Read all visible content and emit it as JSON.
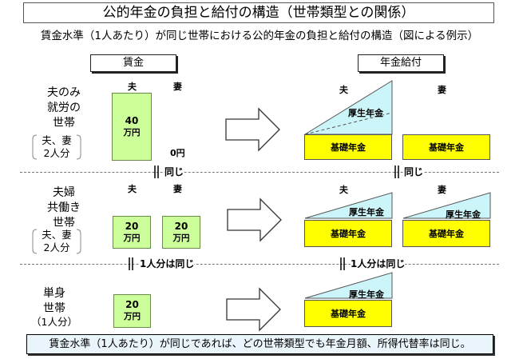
{
  "title": "公的年金の負担と給付の構造（世帯類型との関係）",
  "subtitle": "賃金水準（1人あたり）が同じ世帯における公的年金の負担と給付の構造（図による例示）",
  "headers": {
    "wage": "賃金",
    "pension": "年金給付"
  },
  "person_labels": {
    "husband": "夫",
    "wife": "妻"
  },
  "pension_labels": {
    "basic": "基礎年金",
    "employee": "厚生年金"
  },
  "rows": [
    {
      "label_lines": [
        "夫のみ",
        "就労の",
        "世帯"
      ],
      "paren_lines": [
        "夫、妻",
        "2人分"
      ],
      "wages": [
        {
          "who": "夫",
          "amount": "40",
          "unit": "万円"
        },
        {
          "who": "妻",
          "amount": "0円"
        }
      ]
    },
    {
      "label_lines": [
        "夫婦",
        "共働き",
        "世帯"
      ],
      "paren_lines": [
        "夫、妻",
        "2人分"
      ],
      "wages": [
        {
          "who": "夫",
          "amount": "20",
          "unit": "万円"
        },
        {
          "who": "妻",
          "amount": "20",
          "unit": "万円"
        }
      ]
    },
    {
      "label_lines": [
        "単身",
        "世帯"
      ],
      "paren_lines": [
        "（1人分）"
      ],
      "wages": [
        {
          "who": "",
          "amount": "20",
          "unit": "万円"
        }
      ]
    }
  ],
  "separators": [
    {
      "wage_note": "同じ",
      "pension_note": "同じ"
    },
    {
      "wage_note": "1人分は同じ",
      "pension_note": "1人分は同じ"
    }
  ],
  "conclusion": "賃金水準（1人あたり）が同じであれば、どの世帯類型でも年金月額、所得代替率は同じ。",
  "colors": {
    "wage_fill": "#ccff99",
    "basic_fill": "#ffff00",
    "employee_fill": "#ccf5f9",
    "conclusion_bg": "#eaf4fb"
  }
}
